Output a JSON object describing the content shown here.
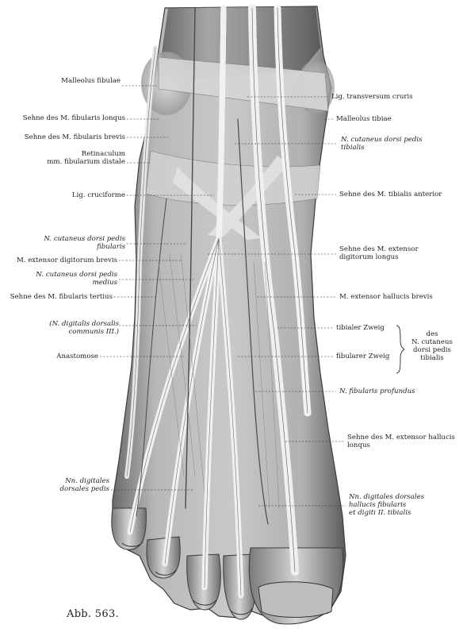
{
  "caption": "Abb. 563.",
  "labels": {
    "malleolus_fibulae": "Malleolus fibulae",
    "lig_transversum": "Lig. transversum cruris",
    "sehne_fib_longus": "Sehne des M. fibularis lonqus",
    "malleolus_tibiae": "Malleolus tibiae",
    "sehne_fib_brevis": "Sehne des M. fibularis brevis",
    "n_cut_dorsi_tib_1": "N. cutaneus dorsi pedis",
    "n_cut_dorsi_tib_2": "tibialis",
    "retinaculum_1": "Retinaculum",
    "retinaculum_2": "mm. fibularium distale",
    "lig_cruciforme": "Lig. cruciforme",
    "sehne_tib_ant": "Sehne des M. tibialis anterior",
    "n_cut_dorsi_fib_1": "N. cutaneus dorsi pedis",
    "n_cut_dorsi_fib_2": "fibularis",
    "sehne_ext_dig_1": "Sehne des M. extensor",
    "sehne_ext_dig_2": "digitorum longus",
    "m_ext_dig_brevis": "M. extensor digitorum brevis",
    "n_cut_dorsi_med_1": "N. cutaneus dorsi pedis",
    "n_cut_dorsi_med_2": "medius",
    "sehne_fib_tertius": "Sehne des M. fibularis tertius",
    "m_ext_hal_brevis": "M. extensor hallucis brevis",
    "n_dig_dors_1": "(N. digitalis dorsalis",
    "n_dig_dors_2": "communis III.)",
    "tibialer_zweig": "tibialer Zweig",
    "des_1": "des",
    "des_2": "N. cutaneus",
    "des_3": "dorsi pedis",
    "des_4": "tibialis",
    "anastomose": "Anastomose",
    "fibularer_zweig": "fibularer Zweig",
    "n_fib_profundus": "N. fibularis profundus",
    "sehne_ext_hal_1": "Sehne des M. extensor hallucis",
    "sehne_ext_hal_2": "lonqus",
    "nn_dig_ped_1": "Nn. digitales",
    "nn_dig_ped_2": "dorsales pedis",
    "nn_dig_hal_1": "Nn. digitales dorsales",
    "nn_dig_hal_2": "hallucis fibularis",
    "nn_dig_hal_3": "et digiti II. tibialis"
  },
  "colors": {
    "skin_light": "#d9d9d9",
    "skin_mid": "#a9a9a9",
    "skin_dark": "#5e5e5e",
    "tendon": "#ececec",
    "ink": "#1e1e1e"
  }
}
